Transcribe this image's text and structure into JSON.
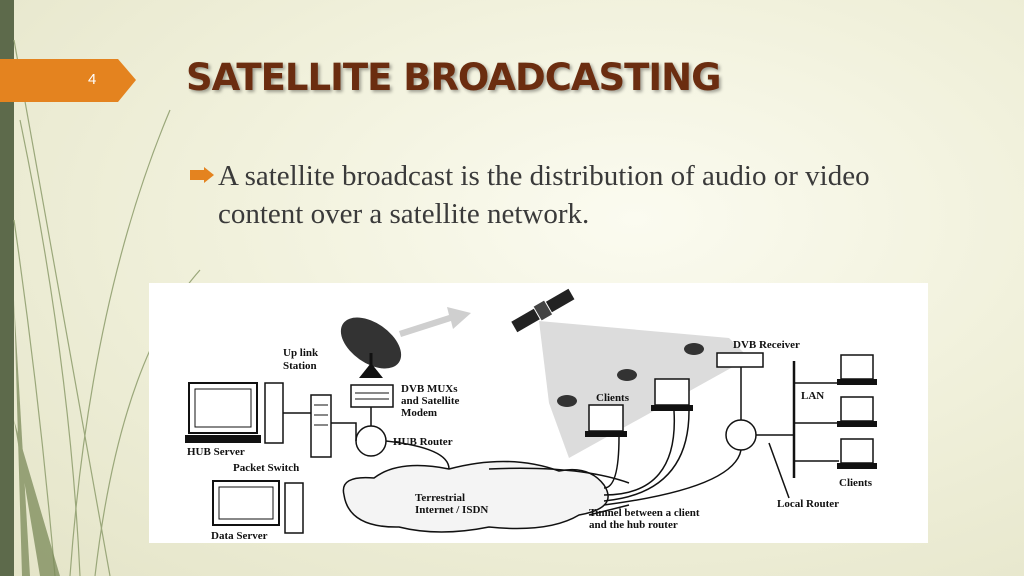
{
  "slide": {
    "page_number": "4",
    "title": "SATELLITE BROADCASTING",
    "bullet_text": "A satellite broadcast is the distribution of audio or video content over a satellite network.",
    "colors": {
      "accent_orange": "#e4831f",
      "title_brown": "#6b2d10",
      "sidebar_green": "#5d6a4b",
      "background": "#f1f1dc"
    },
    "icons": [
      "arrow-bullet-icon"
    ]
  },
  "diagram": {
    "labels": {
      "uplink_station": [
        "Up link",
        "Station"
      ],
      "dvb_muxs": [
        "DVB MUXs",
        "and Satellite",
        "Modem"
      ],
      "hub_server": "HUB Server",
      "hub_router": "HUB Router",
      "packet_switch": "Packet Switch",
      "terrestrial": [
        "Terrestrial",
        "Internet / ISDN"
      ],
      "data_server": "Data Server",
      "tunnel": [
        "Tunnel between a client",
        "and the hub router"
      ],
      "clients_mid": "Clients",
      "dvb_receiver": "DVB Receiver",
      "lan": "LAN",
      "clients_right": "Clients",
      "local_router": "Local Router"
    }
  }
}
